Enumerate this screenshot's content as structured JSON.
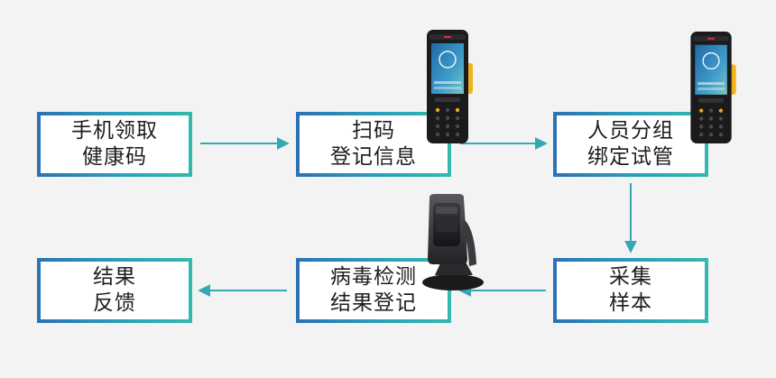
{
  "steps": [
    {
      "line1": "手机领取",
      "line2": "健康码"
    },
    {
      "line1": "扫码",
      "line2": "登记信息"
    },
    {
      "line1": "人员分组",
      "line2": "绑定试管"
    },
    {
      "line1": "采集",
      "line2": "样本"
    },
    {
      "line1": "病毒检测",
      "line2": "结果登记"
    },
    {
      "line1": "结果",
      "line2": "反馈"
    }
  ],
  "colors": {
    "background": "#f3f3f3",
    "box_border": "#2b8fb6",
    "arrow": "#34a8b5",
    "text": "#1e1e1e"
  },
  "icons": {
    "handheld": "handheld-pda-scanner-icon",
    "desktop": "desktop-barcode-scanner-icon"
  }
}
